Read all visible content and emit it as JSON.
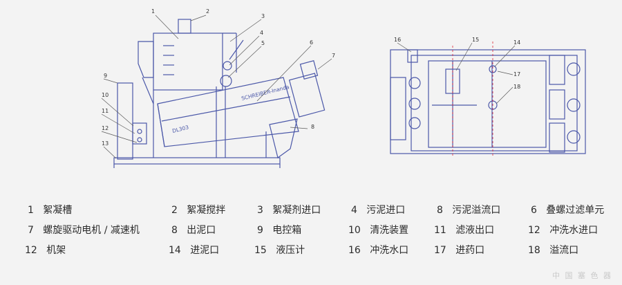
{
  "diagram": {
    "side_view_texts": {
      "callouts": [
        "1",
        "2",
        "3",
        "4",
        "5",
        "6",
        "7",
        "9",
        "10",
        "11",
        "12",
        "13",
        "8"
      ],
      "nameplate": "SCHREIBER-Inanda",
      "model_label": "DL303"
    },
    "top_view_callouts": [
      "16",
      "15",
      "14",
      "17",
      "18"
    ]
  },
  "legend": [
    {
      "num": "1",
      "text": "絮凝槽"
    },
    {
      "num": "2",
      "text": "絮凝搅拌"
    },
    {
      "num": "3",
      "text": "絮凝剂进口"
    },
    {
      "num": "4",
      "text": "污泥进口"
    },
    {
      "num": "8",
      "text": "污泥溢流口"
    },
    {
      "num": "6",
      "text": "叠螺过滤单元"
    },
    {
      "num": "7",
      "text": "螺旋驱动电机 / 减速机"
    },
    {
      "num": "8",
      "text": "出泥口"
    },
    {
      "num": "9",
      "text": "电控箱"
    },
    {
      "num": "10",
      "text": "清洗装置"
    },
    {
      "num": "11",
      "text": "滤液出口"
    },
    {
      "num": "12",
      "text": "冲洗水进口"
    },
    {
      "num": "12",
      "text": "机架"
    },
    {
      "num": "14",
      "text": "进泥口"
    },
    {
      "num": "15",
      "text": "液压计"
    },
    {
      "num": "16",
      "text": "冲洗水口"
    },
    {
      "num": "17",
      "text": "进药口"
    },
    {
      "num": "18",
      "text": "溢流口"
    }
  ],
  "watermark": "中 国 塞 色 器",
  "colors": {
    "line": "#4a57a8",
    "text": "#2b2b2b",
    "bg": "#f3f3f3"
  }
}
